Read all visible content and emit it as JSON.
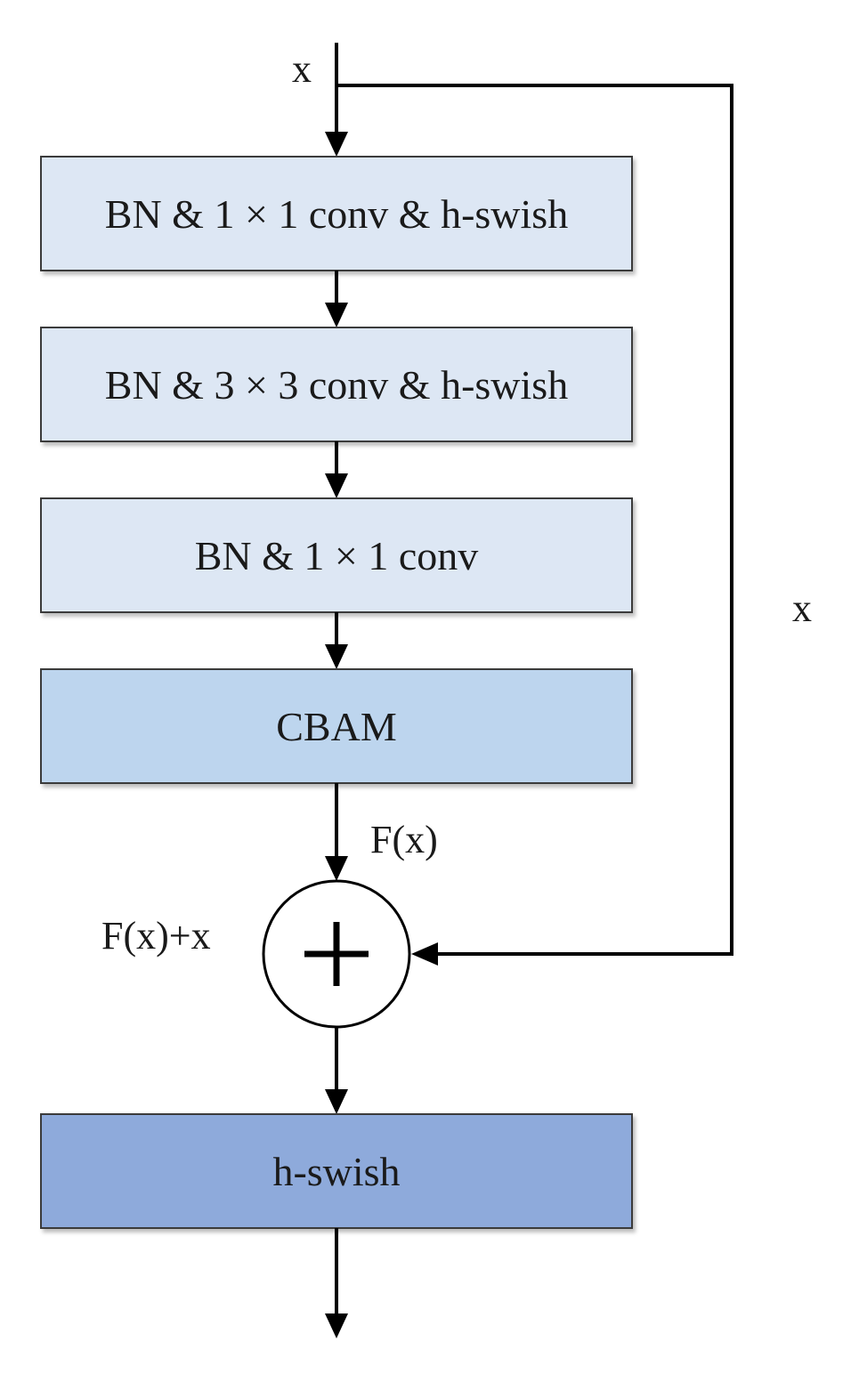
{
  "diagram": {
    "input_label": "x",
    "skip_label": "x",
    "fx_label": "F(x)",
    "sum_label": "F(x)+x",
    "sum_symbol": "+",
    "blocks": [
      {
        "label": "BN & 1 × 1 conv & h-swish",
        "fill": "#dde7f4"
      },
      {
        "label": "BN & 3 × 3 conv & h-swish",
        "fill": "#dde7f4"
      },
      {
        "label": "BN & 1 × 1 conv",
        "fill": "#dde7f4"
      },
      {
        "label": "CBAM",
        "fill": "#bdd5ee"
      },
      {
        "label": "h-swish",
        "fill": "#8eaadb"
      }
    ],
    "line_color": "#000000"
  }
}
